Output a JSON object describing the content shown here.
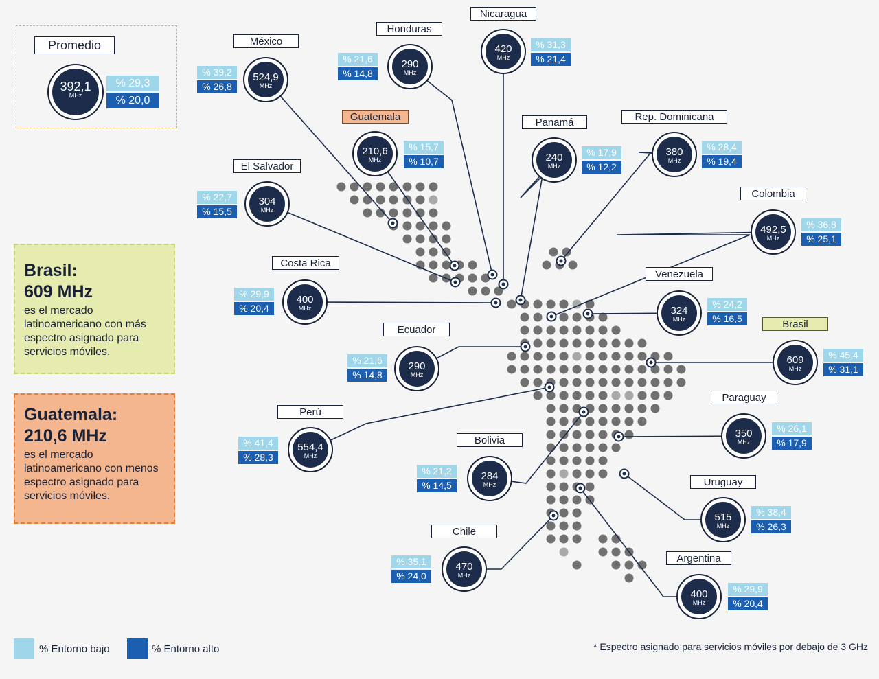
{
  "colors": {
    "background": "#f5f5f5",
    "navy": "#1c2c4a",
    "low_env": "#9fd6ea",
    "high_env": "#1c5fb0",
    "dot": "#707070",
    "dot_light": "#a8a8a8",
    "guatemala_fill": "#f3b68e",
    "guatemala_border": "#ee7a30",
    "brasil_fill": "#e6ebb0",
    "promedio_border": "#e8a94a"
  },
  "unit": "MHz",
  "promedio": {
    "name": "Promedio",
    "value": "392,1",
    "low": "% 29,3",
    "high": "% 20,0"
  },
  "countries": [
    {
      "id": "mexico",
      "name": "México",
      "value": "524,9",
      "low": "% 39,2",
      "high": "% 26,8"
    },
    {
      "id": "honduras",
      "name": "Honduras",
      "value": "290",
      "low": "% 21,6",
      "high": "% 14,8"
    },
    {
      "id": "nicaragua",
      "name": "Nicaragua",
      "value": "420",
      "low": "% 31,3",
      "high": "% 21,4"
    },
    {
      "id": "guatemala",
      "name": "Guatemala",
      "value": "210,6",
      "low": "% 15,7",
      "high": "% 10,7",
      "highlight": "least"
    },
    {
      "id": "panama",
      "name": "Panamá",
      "value": "240",
      "low": "% 17,9",
      "high": "% 12,2"
    },
    {
      "id": "repdom",
      "name": "Rep. Dominicana",
      "value": "380",
      "low": "% 28,4",
      "high": "% 19,4"
    },
    {
      "id": "elsalvador",
      "name": "El Salvador",
      "value": "304",
      "low": "% 22,7",
      "high": "% 15,5"
    },
    {
      "id": "colombia",
      "name": "Colombia",
      "value": "492,5",
      "low": "% 36,8",
      "high": "% 25,1"
    },
    {
      "id": "costarica",
      "name": "Costa Rica",
      "value": "400",
      "low": "% 29,9",
      "high": "% 20,4"
    },
    {
      "id": "venezuela",
      "name": "Venezuela",
      "value": "324",
      "low": "% 24,2",
      "high": "% 16,5"
    },
    {
      "id": "brasil",
      "name": "Brasil",
      "value": "609",
      "low": "% 45,4",
      "high": "% 31,1",
      "highlight": "most"
    },
    {
      "id": "ecuador",
      "name": "Ecuador",
      "value": "290",
      "low": "% 21,6",
      "high": "% 14,8"
    },
    {
      "id": "peru",
      "name": "Perú",
      "value": "554,4",
      "low": "% 41,4",
      "high": "% 28,3"
    },
    {
      "id": "paraguay",
      "name": "Paraguay",
      "value": "350",
      "low": "% 26,1",
      "high": "% 17,9"
    },
    {
      "id": "bolivia",
      "name": "Bolivia",
      "value": "284",
      "low": "% 21,2",
      "high": "% 14,5"
    },
    {
      "id": "uruguay",
      "name": "Uruguay",
      "value": "515",
      "low": "% 38,4",
      "high": "% 26,3"
    },
    {
      "id": "chile",
      "name": "Chile",
      "value": "470",
      "low": "% 35,1",
      "high": "% 24,0"
    },
    {
      "id": "argentina",
      "name": "Argentina",
      "value": "400",
      "low": "% 29,9",
      "high": "% 20,4"
    }
  ],
  "callouts": {
    "brasil": {
      "title": "Brasil:",
      "value": "609 MHz",
      "text": "es el mercado latinoamericano con más espectro asignado para servicios móviles."
    },
    "guatemala": {
      "title": "Guatemala:",
      "value": "210,6 MHz",
      "text": "es el mercado latinoamericano con menos espectro asignado para servicios móviles."
    }
  },
  "legend": {
    "low": "% Entorno bajo",
    "high": "% Entorno alto"
  },
  "footnote": "* Espectro asignado para servicios móviles por debajo de 3 GHz"
}
